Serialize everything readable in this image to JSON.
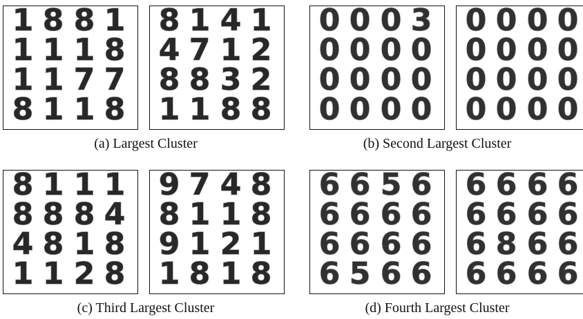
{
  "figure": {
    "panels": [
      {
        "caption": "(a) Largest Cluster",
        "tiles": [
          [
            "1",
            "8",
            "8",
            "1",
            "1",
            "1",
            "1",
            "8",
            "1",
            "1",
            "7",
            "7",
            "8",
            "1",
            "1",
            "8"
          ],
          [
            "8",
            "1",
            "4",
            "1",
            "4",
            "7",
            "1",
            "2",
            "8",
            "8",
            "3",
            "2",
            "1",
            "1",
            "8",
            "8"
          ]
        ]
      },
      {
        "caption": "(b) Second Largest Cluster",
        "tiles": [
          [
            "0",
            "0",
            "0",
            "3",
            "0",
            "0",
            "0",
            "0",
            "0",
            "0",
            "0",
            "0",
            "0",
            "0",
            "0",
            "0"
          ],
          [
            "0",
            "0",
            "0",
            "0",
            "0",
            "0",
            "0",
            "0",
            "0",
            "0",
            "0",
            "0",
            "0",
            "0",
            "0",
            "0"
          ]
        ]
      },
      {
        "caption": "(c) Third Largest Cluster",
        "tiles": [
          [
            "8",
            "1",
            "1",
            "1",
            "8",
            "8",
            "8",
            "4",
            "4",
            "8",
            "1",
            "8",
            "1",
            "1",
            "2",
            "8"
          ],
          [
            "9",
            "7",
            "4",
            "8",
            "8",
            "1",
            "1",
            "8",
            "9",
            "1",
            "2",
            "1",
            "1",
            "8",
            "1",
            "8"
          ]
        ]
      },
      {
        "caption": "(d) Fourth Largest Cluster",
        "tiles": [
          [
            "6",
            "6",
            "5",
            "6",
            "6",
            "6",
            "6",
            "6",
            "6",
            "6",
            "6",
            "6",
            "6",
            "5",
            "6",
            "6"
          ],
          [
            "6",
            "6",
            "6",
            "6",
            "6",
            "6",
            "6",
            "6",
            "6",
            "8",
            "6",
            "6",
            "6",
            "6",
            "6",
            "6"
          ]
        ]
      }
    ]
  }
}
